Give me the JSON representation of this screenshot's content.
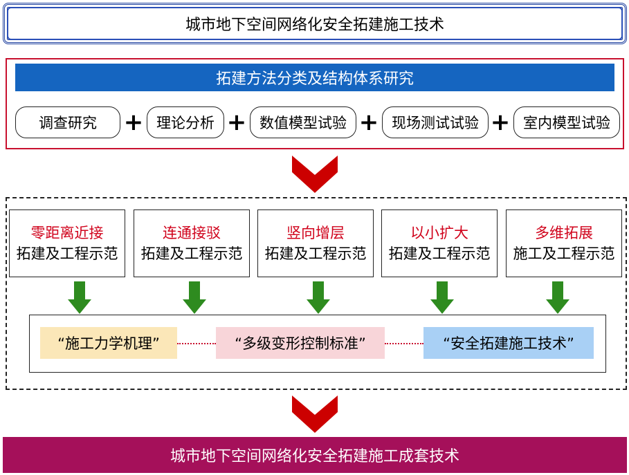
{
  "title": "城市地下空间网络化安全拓建施工技术",
  "research": {
    "header": "拓建方法分类及结构体系研究",
    "methods": [
      "调查研究",
      "理论分析",
      "数值模型试验",
      "现场测试试验",
      "室内模型试验"
    ],
    "plus": "+"
  },
  "demos": [
    {
      "line1": "零距离近接",
      "line2": "拓建及工程示范"
    },
    {
      "line1": "连通接驳",
      "line2": "拓建及工程示范"
    },
    {
      "line1": "竖向增层",
      "line2": "拓建及工程示范"
    },
    {
      "line1": "以小扩大",
      "line2": "拓建及工程示范"
    },
    {
      "line1": "多维拓展",
      "line2": "施工及工程示范"
    }
  ],
  "outcomes": [
    {
      "text": "“施工力学机理”",
      "color": "#fbe7b8"
    },
    {
      "text": "“多级变形控制标准”",
      "color": "#f8d5d9"
    },
    {
      "text": "“安全拓建施工技术”",
      "color": "#a9d0f5"
    }
  ],
  "final": "城市地下空间网络化安全拓建施工成套技术",
  "colors": {
    "title_border": "#1c3e9e",
    "research_border": "#c8102e",
    "research_header": "#1565c0",
    "arrow_red": "#cc0000",
    "arrow_green": "#2e8b1f",
    "demo_highlight": "#d0021b",
    "final_bar": "#a5105a"
  }
}
